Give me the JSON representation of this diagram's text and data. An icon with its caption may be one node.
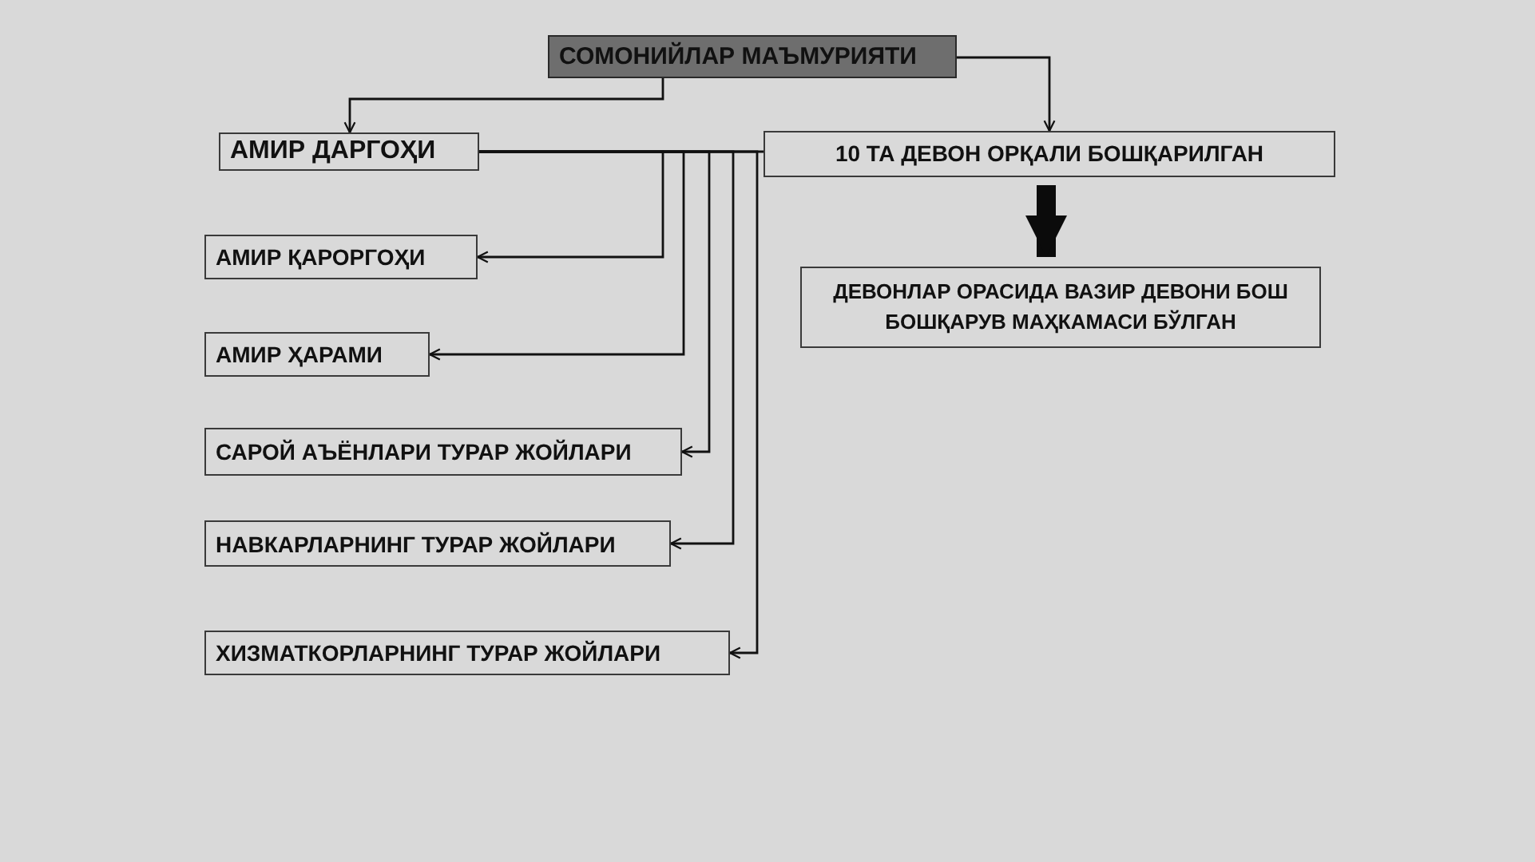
{
  "diagram": {
    "nodes": [
      {
        "text": [
          "СОМОНИЙЛАР МАЪМУРИЯТИ"
        ]
      },
      {
        "text": [
          "АМИР ДАРГОҲИ"
        ]
      },
      {
        "text": [
          "10 ТА ДЕВОН ОРҚАЛИ БОШҚАРИЛГАН"
        ]
      },
      {
        "text": [
          "АМИР  ҚАРОРГОҲИ"
        ]
      },
      {
        "text": [
          "АМИР ҲАРАМИ"
        ]
      },
      {
        "text": [
          "САРОЙ АЪЁНЛАРИ ТУРАР ЖОЙЛАРИ"
        ]
      },
      {
        "text": [
          "НАВКАРЛАРНИНГ ТУРАР ЖОЙЛАРИ"
        ]
      },
      {
        "text": [
          "ХИЗМАТКОРЛАРНИНГ ТУРАР ЖОЙЛАРИ"
        ]
      },
      {
        "text": [
          "ДЕВОНЛАР ОРАСИДА ВАЗИР ДЕВОНИ БОШ БОШҚАРУВ МАҲКАМАСИ БЎЛГАН"
        ]
      }
    ],
    "edges": [
      {
        "from": 0,
        "to": 1,
        "arrow": "to"
      },
      {
        "from": 0,
        "to": 2,
        "arrow": "to"
      },
      {
        "from": 1,
        "to": 2,
        "arrow": "none"
      },
      {
        "from": 1,
        "to": 3,
        "arrow": "to"
      },
      {
        "from": 1,
        "to": 4,
        "arrow": "to"
      },
      {
        "from": 1,
        "to": 5,
        "arrow": "to"
      },
      {
        "from": 1,
        "to": 6,
        "arrow": "to"
      },
      {
        "from": 1,
        "to": 7,
        "arrow": "to"
      },
      {
        "from": 2,
        "to": 8,
        "arrow": "to",
        "style": "thick"
      }
    ]
  }
}
